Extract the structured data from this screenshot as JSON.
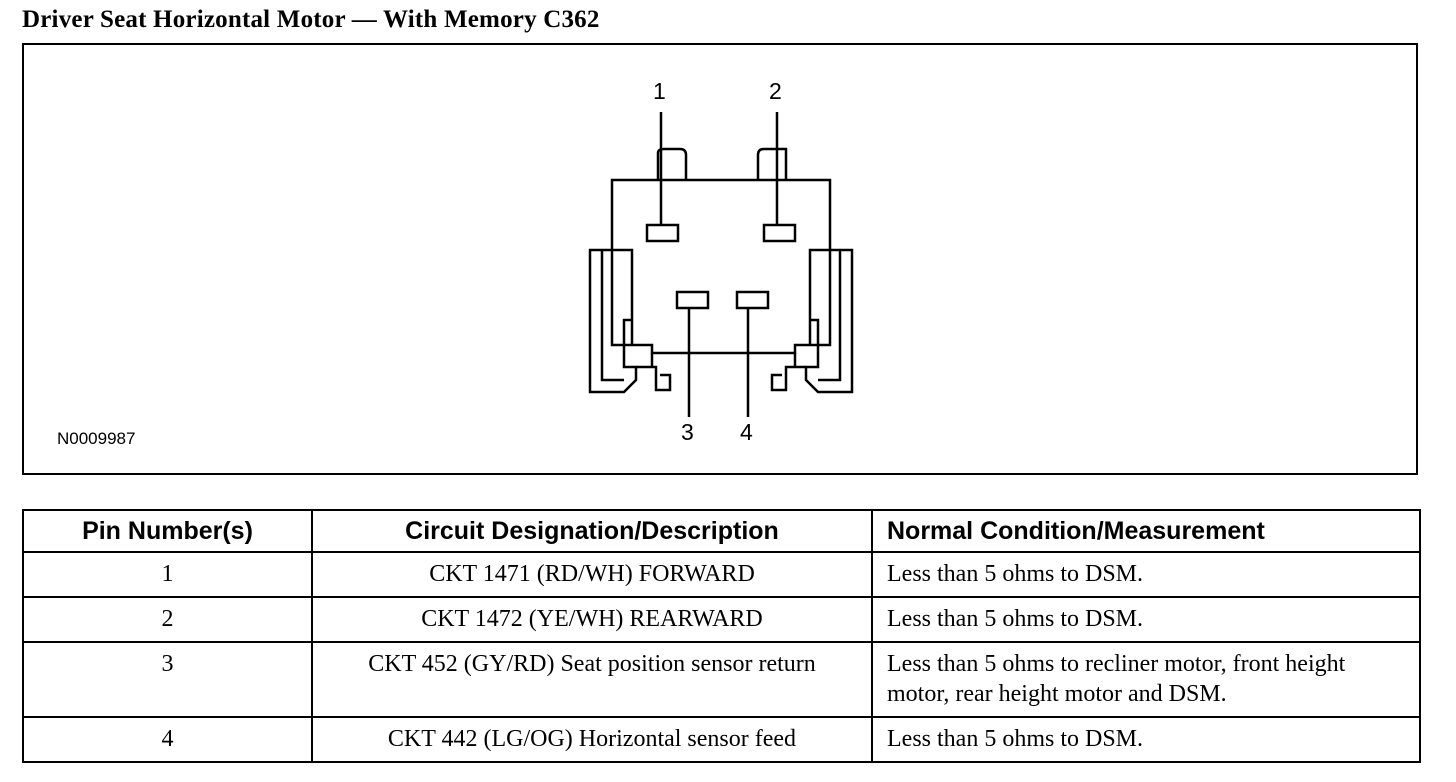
{
  "page": {
    "title": "Driver Seat Horizontal Motor — With Memory C362"
  },
  "figure": {
    "figure_id": "N0009987",
    "pin_labels": [
      "1",
      "2",
      "3",
      "4"
    ]
  },
  "table": {
    "headers": [
      "Pin Number(s)",
      "Circuit Designation/Description",
      "Normal Condition/Measurement"
    ],
    "rows": [
      {
        "pin": "1",
        "circuit": "CKT 1471 (RD/WH) FORWARD",
        "condition": "Less than 5 ohms to DSM."
      },
      {
        "pin": "2",
        "circuit": "CKT 1472 (YE/WH) REARWARD",
        "condition": "Less than 5 ohms to DSM."
      },
      {
        "pin": "3",
        "circuit": "CKT 452 (GY/RD) Seat position sensor return",
        "condition": "Less than 5 ohms to recliner motor, front height motor, rear height motor and DSM."
      },
      {
        "pin": "4",
        "circuit": "CKT 442 (LG/OG) Horizontal sensor feed",
        "condition": "Less than 5 ohms to DSM."
      }
    ]
  }
}
